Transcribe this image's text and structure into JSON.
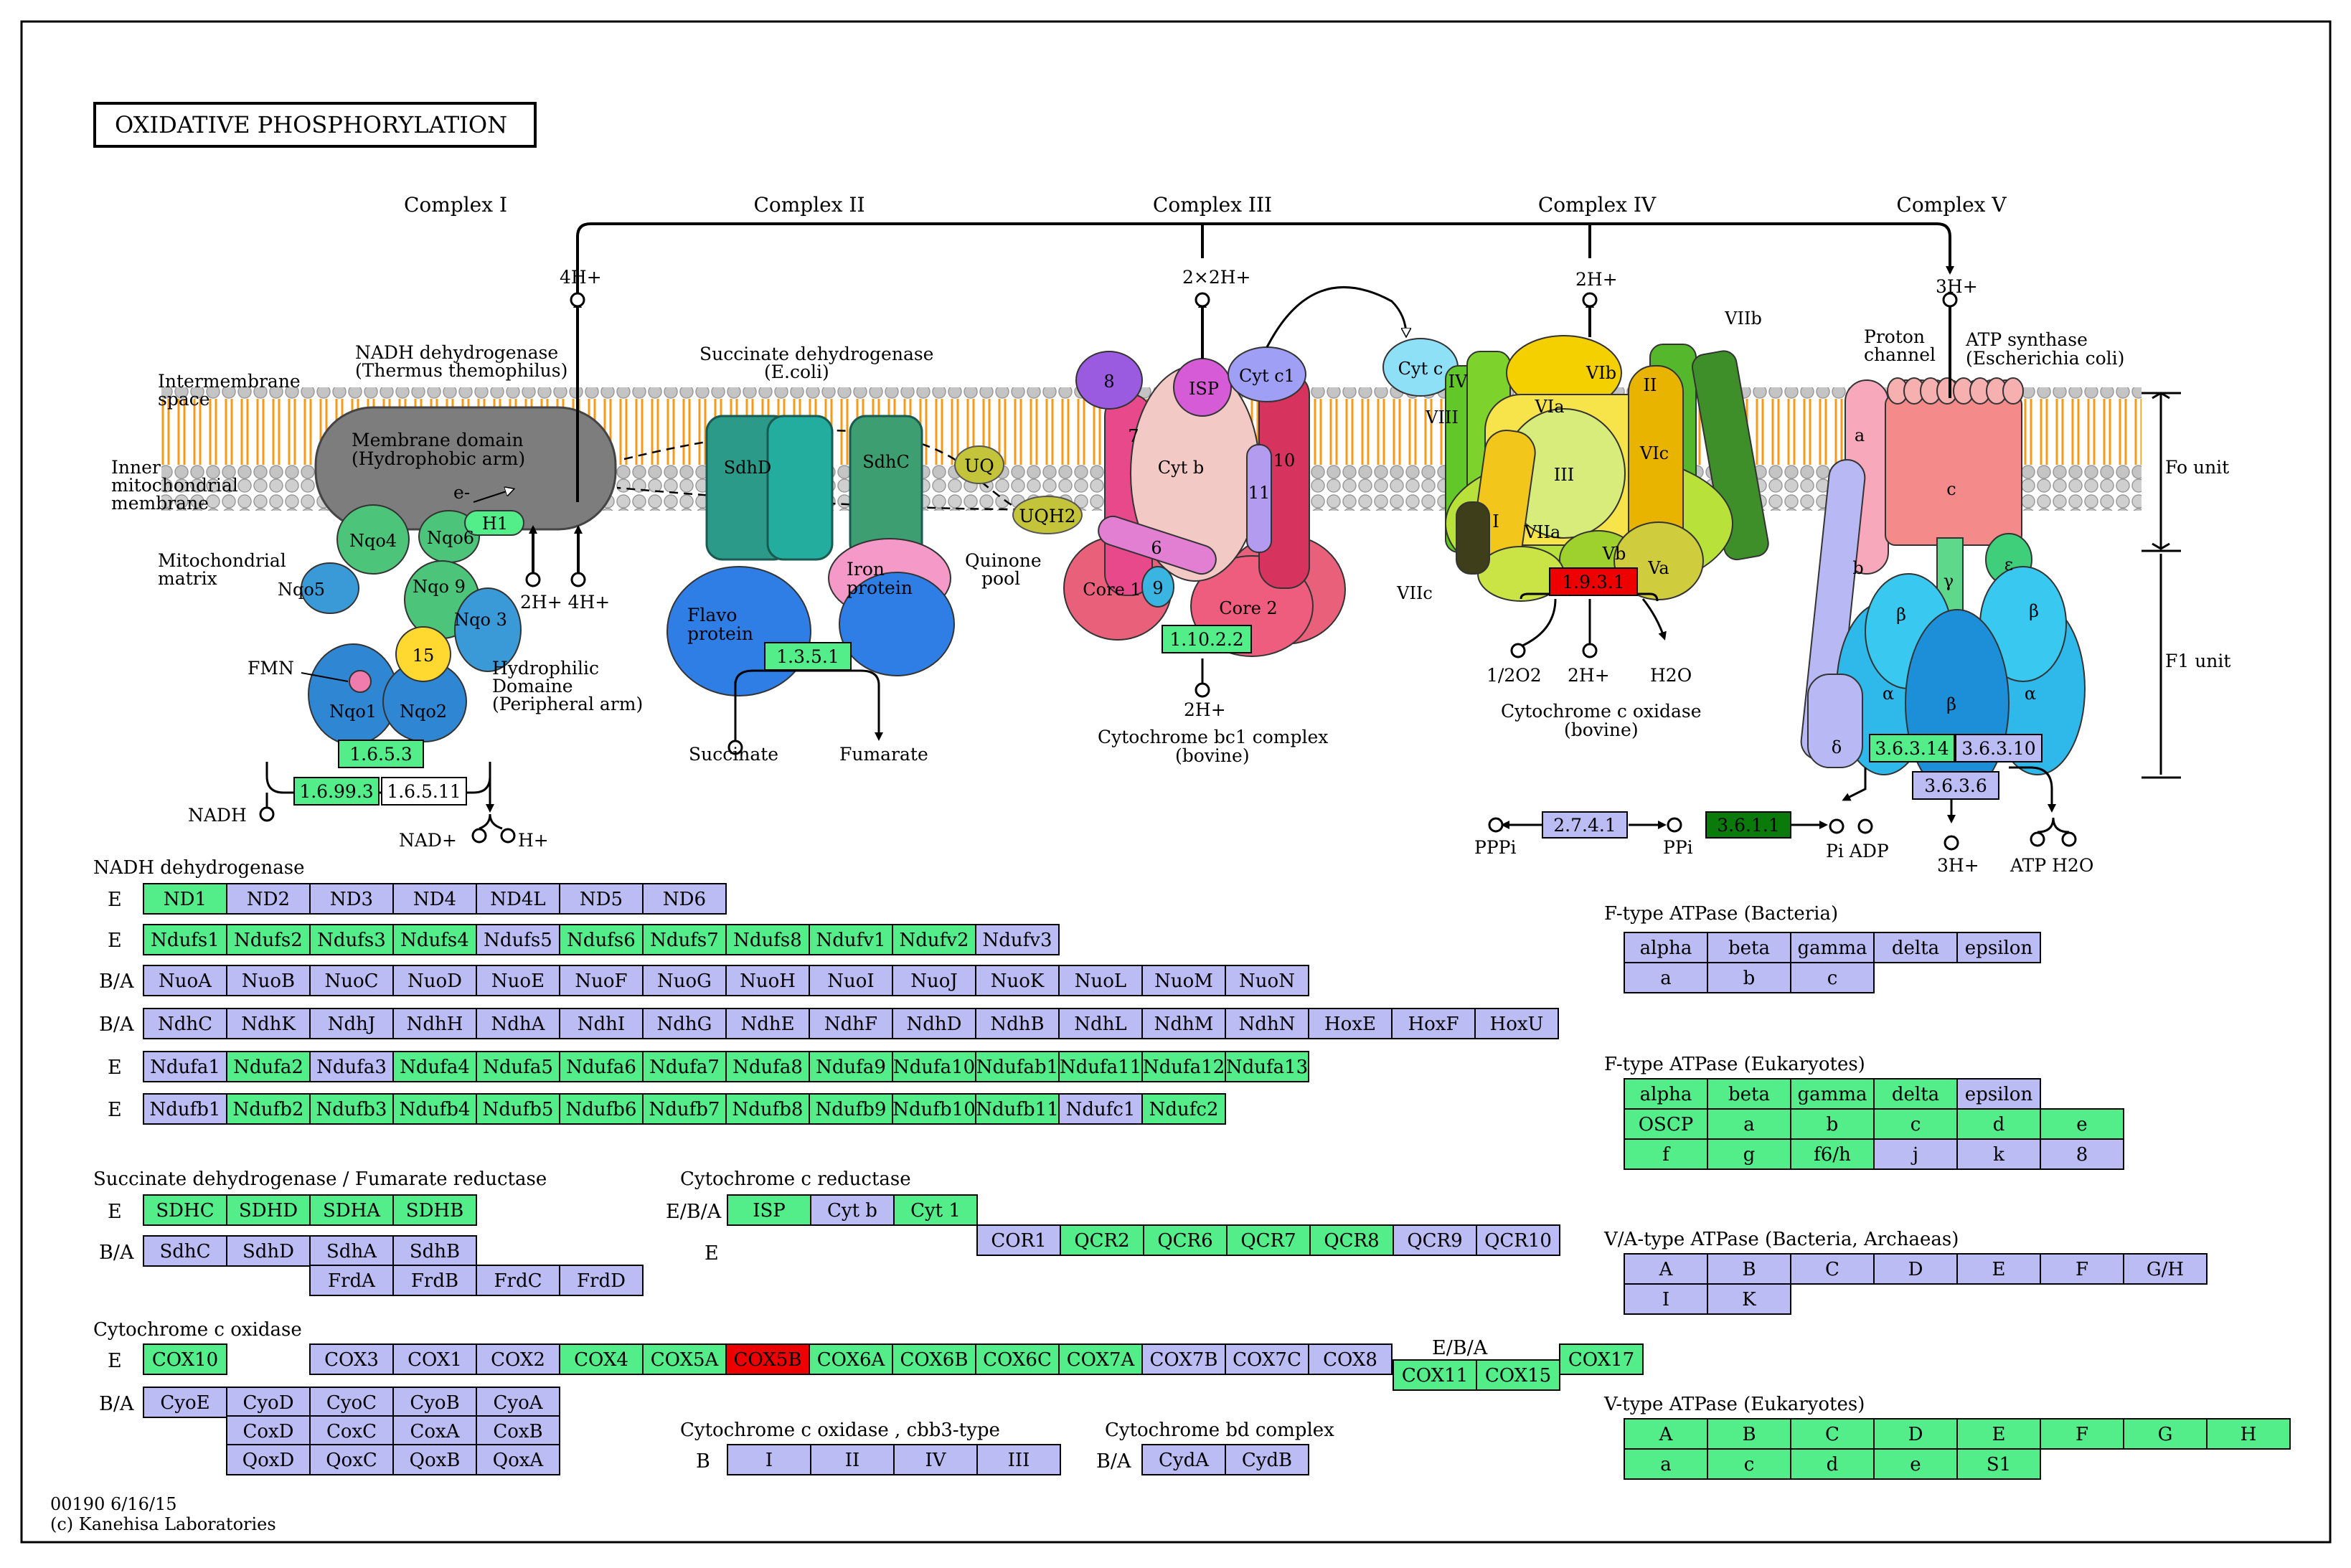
{
  "map_title": "OXIDATIVE  PHOSPHORYLATION",
  "footer": {
    "map_id": "00190 6/16/15",
    "copyright": "(c) Kanehisa Laboratories"
  },
  "colors": {
    "green": "#53ee8a",
    "lavender": "#bcbcf5",
    "red": "#ee0000",
    "dark_green": "#0a7a0a",
    "white": "#ffffff",
    "membrane_head": "#c9c9c9",
    "membrane_tail": "#f7a01e"
  },
  "complex_labels": [
    "Complex I",
    "Complex II",
    "Complex III",
    "Complex IV",
    "Complex V"
  ],
  "texts": {
    "intermembrane": [
      "Intermembrane",
      "space"
    ],
    "inner_membrane": [
      "Inner",
      "mitochondrial",
      "membrane"
    ],
    "matrix": [
      "Mitochondrial",
      "matrix"
    ],
    "nadh_dh": [
      "NADH dehydrogenase",
      "(Thermus themophilus)"
    ],
    "membrane_domain": [
      "Membrane domain",
      "(Hydrophobic arm)"
    ],
    "hydrophilic": [
      "Hydrophilic",
      "Domaine",
      "(Peripheral arm)"
    ],
    "sdh": [
      "Succinate dehydrogenase",
      "(E.coli)"
    ],
    "flavo": [
      "Flavo",
      "protein"
    ],
    "iron": [
      "Iron",
      "protein"
    ],
    "quinone": [
      "Quinone",
      "pool"
    ],
    "cyt_bc1": [
      "Cytochrome bc1 complex",
      "(bovine)"
    ],
    "cox": [
      "Cytochrome c oxidase",
      "(bovine)"
    ],
    "proton_channel": [
      "Proton",
      "channel"
    ],
    "atp_synth": [
      "ATP synthase",
      "(Escherichia coli)"
    ],
    "fo": "Fo unit",
    "f1": "F1 unit",
    "e_minus": "e-",
    "fmn": "FMN",
    "h4": "4H+",
    "h2x2": "2×2H+",
    "h2": "2H+",
    "h3": "3H+",
    "h2_4": "2H+ 4H+",
    "nadh": "NADH",
    "nad": "NAD+",
    "hplus": "H+",
    "succinate": "Succinate",
    "fumarate": "Fumarate",
    "o2": "1/2O2",
    "h2o": "H2O",
    "pppi": "PPPi",
    "ppi": "PPi",
    "pi_adp": "Pi ADP",
    "atp_h2o": "ATP H2O",
    "uq": "UQ",
    "uqh2": "UQH2"
  },
  "subunits": {
    "c1": [
      "Nqo4",
      "Nqo6",
      "H1",
      "Nqo5",
      "Nqo 9",
      "Nqo 3",
      "15",
      "Nqo1",
      "Nqo2"
    ],
    "c2": [
      "SdhD",
      "SdhC"
    ],
    "c3": [
      "8",
      "ISP",
      "Cyt c1",
      "Cyt b",
      "7",
      "10",
      "11",
      "6",
      "9",
      "Core 1",
      "Core 2"
    ],
    "c4": [
      "Cyt c",
      "IV",
      "VIII",
      "VIb",
      "VIIb",
      "VIa",
      "II",
      "III",
      "VIc",
      "I",
      "VIIa",
      "Vb",
      "Va",
      "VIIc"
    ],
    "c5": [
      "a",
      "c",
      "b",
      "γ",
      "ε",
      "β",
      "β",
      "α",
      "β",
      "α",
      "δ"
    ]
  },
  "ec_boxes": [
    {
      "label": "1.6.5.3",
      "color": "#53ee8a"
    },
    {
      "label": "1.6.99.3",
      "color": "#53ee8a"
    },
    {
      "label": "1.6.5.11",
      "color": "#ffffff"
    },
    {
      "label": "1.3.5.1",
      "color": "#53ee8a"
    },
    {
      "label": "1.10.2.2",
      "color": "#53ee8a"
    },
    {
      "label": "1.9.3.1",
      "color": "#ee0000"
    },
    {
      "label": "3.6.3.14",
      "color": "#53ee8a"
    },
    {
      "label": "3.6.3.10",
      "color": "#bcbcf5"
    },
    {
      "label": "3.6.3.6",
      "color": "#bcbcf5"
    },
    {
      "label": "2.7.4.1",
      "color": "#bcbcf5"
    },
    {
      "label": "3.6.1.1",
      "color": "#0a7a0a"
    }
  ],
  "tables": {
    "nadh_title": "NADH dehydrogenase",
    "nadh_rows": [
      {
        "prefix": "E",
        "cells": [
          [
            "ND1",
            "g"
          ],
          [
            "ND2",
            "l"
          ],
          [
            "ND3",
            "l"
          ],
          [
            "ND4",
            "l"
          ],
          [
            "ND4L",
            "l"
          ],
          [
            "ND5",
            "l"
          ],
          [
            "ND6",
            "l"
          ]
        ]
      },
      {
        "prefix": "E",
        "cells": [
          [
            "Ndufs1",
            "g"
          ],
          [
            "Ndufs2",
            "g"
          ],
          [
            "Ndufs3",
            "g"
          ],
          [
            "Ndufs4",
            "g"
          ],
          [
            "Ndufs5",
            "l"
          ],
          [
            "Ndufs6",
            "g"
          ],
          [
            "Ndufs7",
            "g"
          ],
          [
            "Ndufs8",
            "g"
          ],
          [
            "Ndufv1",
            "g"
          ],
          [
            "Ndufv2",
            "g"
          ],
          [
            "Ndufv3",
            "l"
          ]
        ]
      },
      {
        "prefix": "B/A",
        "cells": [
          [
            "NuoA",
            "l"
          ],
          [
            "NuoB",
            "l"
          ],
          [
            "NuoC",
            "l"
          ],
          [
            "NuoD",
            "l"
          ],
          [
            "NuoE",
            "l"
          ],
          [
            "NuoF",
            "l"
          ],
          [
            "NuoG",
            "l"
          ],
          [
            "NuoH",
            "l"
          ],
          [
            "NuoI",
            "l"
          ],
          [
            "NuoJ",
            "l"
          ],
          [
            "NuoK",
            "l"
          ],
          [
            "NuoL",
            "l"
          ],
          [
            "NuoM",
            "l"
          ],
          [
            "NuoN",
            "l"
          ]
        ]
      },
      {
        "prefix": "B/A",
        "cells": [
          [
            "NdhC",
            "l"
          ],
          [
            "NdhK",
            "l"
          ],
          [
            "NdhJ",
            "l"
          ],
          [
            "NdhH",
            "l"
          ],
          [
            "NdhA",
            "l"
          ],
          [
            "NdhI",
            "l"
          ],
          [
            "NdhG",
            "l"
          ],
          [
            "NdhE",
            "l"
          ],
          [
            "NdhF",
            "l"
          ],
          [
            "NdhD",
            "l"
          ],
          [
            "NdhB",
            "l"
          ],
          [
            "NdhL",
            "l"
          ],
          [
            "NdhM",
            "l"
          ],
          [
            "NdhN",
            "l"
          ],
          [
            "HoxE",
            "l"
          ],
          [
            "HoxF",
            "l"
          ],
          [
            "HoxU",
            "l"
          ]
        ]
      },
      {
        "prefix": "E",
        "cells": [
          [
            "Ndufa1",
            "l"
          ],
          [
            "Ndufa2",
            "g"
          ],
          [
            "Ndufa3",
            "l"
          ],
          [
            "Ndufa4",
            "g"
          ],
          [
            "Ndufa5",
            "g"
          ],
          [
            "Ndufa6",
            "g"
          ],
          [
            "Ndufa7",
            "g"
          ],
          [
            "Ndufa8",
            "g"
          ],
          [
            "Ndufa9",
            "g"
          ],
          [
            "Ndufa10",
            "g"
          ],
          [
            "Ndufab1",
            "g"
          ],
          [
            "Ndufa11",
            "g"
          ],
          [
            "Ndufa12",
            "g"
          ],
          [
            "Ndufa13",
            "g"
          ]
        ]
      },
      {
        "prefix": "E",
        "cells": [
          [
            "Ndufb1",
            "l"
          ],
          [
            "Ndufb2",
            "g"
          ],
          [
            "Ndufb3",
            "g"
          ],
          [
            "Ndufb4",
            "g"
          ],
          [
            "Ndufb5",
            "g"
          ],
          [
            "Ndufb6",
            "g"
          ],
          [
            "Ndufb7",
            "g"
          ],
          [
            "Ndufb8",
            "g"
          ],
          [
            "Ndufb9",
            "g"
          ],
          [
            "Ndufb10",
            "g"
          ],
          [
            "Ndufb11",
            "g"
          ],
          [
            "Ndufc1",
            "l"
          ],
          [
            "Ndufc2",
            "g"
          ]
        ]
      }
    ],
    "sdh_title": "Succinate dehydrogenase / Fumarate reductase",
    "sdh_rows": [
      {
        "prefix": "E",
        "cells": [
          [
            "SDHC",
            "g"
          ],
          [
            "SDHD",
            "g"
          ],
          [
            "SDHA",
            "g"
          ],
          [
            "SDHB",
            "g"
          ]
        ]
      },
      {
        "prefix": "B/A",
        "cells": [
          [
            "SdhC",
            "l"
          ],
          [
            "SdhD",
            "l"
          ],
          [
            "SdhA",
            "l"
          ],
          [
            "SdhB",
            "l"
          ]
        ]
      },
      {
        "prefix": "",
        "cells": [
          [
            "FrdA",
            "l"
          ],
          [
            "FrdB",
            "l"
          ],
          [
            "FrdC",
            "l"
          ],
          [
            "FrdD",
            "l"
          ]
        ]
      }
    ],
    "cytc_red_title": "Cytochrome c reductase",
    "cytc_red_rows": [
      {
        "prefix": "E/B/A",
        "cells": [
          [
            "ISP",
            "g"
          ],
          [
            "Cyt b",
            "l"
          ],
          [
            "Cyt 1",
            "g"
          ]
        ]
      },
      {
        "prefix": "E",
        "cells": [
          [
            "COR1",
            "l"
          ],
          [
            "QCR2",
            "g"
          ],
          [
            "QCR6",
            "g"
          ],
          [
            "QCR7",
            "g"
          ],
          [
            "QCR8",
            "g"
          ],
          [
            "QCR9",
            "l"
          ],
          [
            "QCR10",
            "l"
          ]
        ]
      }
    ],
    "cox_title": "Cytochrome c oxidase",
    "cox_rows": [
      {
        "prefix": "E",
        "cells": [
          [
            "COX10",
            "g"
          ]
        ]
      },
      {
        "prefix": "",
        "cells": [
          [
            "COX3",
            "l"
          ],
          [
            "COX1",
            "l"
          ],
          [
            "COX2",
            "l"
          ],
          [
            "COX4",
            "g"
          ],
          [
            "COX5A",
            "g"
          ],
          [
            "COX5B",
            "r"
          ],
          [
            "COX6A",
            "g"
          ],
          [
            "COX6B",
            "g"
          ],
          [
            "COX6C",
            "g"
          ],
          [
            "COX7A",
            "g"
          ],
          [
            "COX7B",
            "l"
          ],
          [
            "COX7C",
            "l"
          ],
          [
            "COX8",
            "l"
          ]
        ]
      },
      {
        "prefix": "B/A",
        "cells": [
          [
            "CyoE",
            "l"
          ],
          [
            "CyoD",
            "l"
          ],
          [
            "CyoC",
            "l"
          ],
          [
            "CyoB",
            "l"
          ],
          [
            "CyoA",
            "l"
          ]
        ]
      },
      {
        "prefix": "",
        "cells": [
          [
            "CoxD",
            "l"
          ],
          [
            "CoxC",
            "l"
          ],
          [
            "CoxA",
            "l"
          ],
          [
            "CoxB",
            "l"
          ]
        ]
      },
      {
        "prefix": "",
        "cells": [
          [
            "QoxD",
            "l"
          ],
          [
            "QoxC",
            "l"
          ],
          [
            "QoxB",
            "l"
          ],
          [
            "QoxA",
            "l"
          ]
        ]
      }
    ],
    "cox_eba_label": "E/B/A",
    "cox_eba_cells": [
      [
        "COX11",
        "g"
      ],
      [
        "COX15",
        "g"
      ]
    ],
    "cox17": [
      [
        "COX17",
        "g"
      ]
    ],
    "cbb3_title": "Cytochrome c oxidase , cbb3-type",
    "cbb3_rows": [
      {
        "prefix": "B",
        "cells": [
          [
            "I",
            "l"
          ],
          [
            "II",
            "l"
          ],
          [
            "IV",
            "l"
          ],
          [
            "III",
            "l"
          ]
        ]
      }
    ],
    "bd_title": "Cytochrome bd complex",
    "bd_rows": [
      {
        "prefix": "B/A",
        "cells": [
          [
            "CydA",
            "l"
          ],
          [
            "CydB",
            "l"
          ]
        ]
      }
    ],
    "ftype_bact_title": "F-type ATPase (Bacteria)",
    "ftype_bact_rows": [
      {
        "prefix": "",
        "cells": [
          [
            "alpha",
            "l"
          ],
          [
            "beta",
            "l"
          ],
          [
            "gamma",
            "l"
          ],
          [
            "delta",
            "l"
          ],
          [
            "epsilon",
            "l"
          ]
        ]
      },
      {
        "prefix": "",
        "cells": [
          [
            "a",
            "l"
          ],
          [
            "b",
            "l"
          ],
          [
            "c",
            "l"
          ]
        ]
      }
    ],
    "ftype_euk_title": "F-type ATPase (Eukaryotes)",
    "ftype_euk_rows": [
      {
        "prefix": "",
        "cells": [
          [
            "alpha",
            "g"
          ],
          [
            "beta",
            "g"
          ],
          [
            "gamma",
            "g"
          ],
          [
            "delta",
            "g"
          ],
          [
            "epsilon",
            "l"
          ]
        ]
      },
      {
        "prefix": "",
        "cells": [
          [
            "OSCP",
            "g"
          ],
          [
            "a",
            "g"
          ],
          [
            "b",
            "g"
          ],
          [
            "c",
            "g"
          ],
          [
            "d",
            "g"
          ],
          [
            "e",
            "g"
          ]
        ]
      },
      {
        "prefix": "",
        "cells": [
          [
            "f",
            "g"
          ],
          [
            "g",
            "g"
          ],
          [
            "f6/h",
            "g"
          ],
          [
            "j",
            "l"
          ],
          [
            "k",
            "l"
          ],
          [
            "8",
            "l"
          ]
        ]
      }
    ],
    "va_title": "V/A-type ATPase (Bacteria, Archaeas)",
    "va_rows": [
      {
        "prefix": "",
        "cells": [
          [
            "A",
            "l"
          ],
          [
            "B",
            "l"
          ],
          [
            "C",
            "l"
          ],
          [
            "D",
            "l"
          ],
          [
            "E",
            "l"
          ],
          [
            "F",
            "l"
          ],
          [
            "G/H",
            "l"
          ]
        ]
      },
      {
        "prefix": "",
        "cells": [
          [
            "I",
            "l"
          ],
          [
            "K",
            "l"
          ]
        ]
      }
    ],
    "vtype_title": "V-type ATPase (Eukaryotes)",
    "vtype_rows": [
      {
        "prefix": "",
        "cells": [
          [
            "A",
            "g"
          ],
          [
            "B",
            "g"
          ],
          [
            "C",
            "g"
          ],
          [
            "D",
            "g"
          ],
          [
            "E",
            "g"
          ],
          [
            "F",
            "g"
          ],
          [
            "G",
            "g"
          ],
          [
            "H",
            "g"
          ]
        ]
      },
      {
        "prefix": "",
        "cells": [
          [
            "a",
            "g"
          ],
          [
            "c",
            "g"
          ],
          [
            "d",
            "g"
          ],
          [
            "e",
            "g"
          ],
          [
            "S1",
            "g"
          ]
        ]
      }
    ]
  }
}
